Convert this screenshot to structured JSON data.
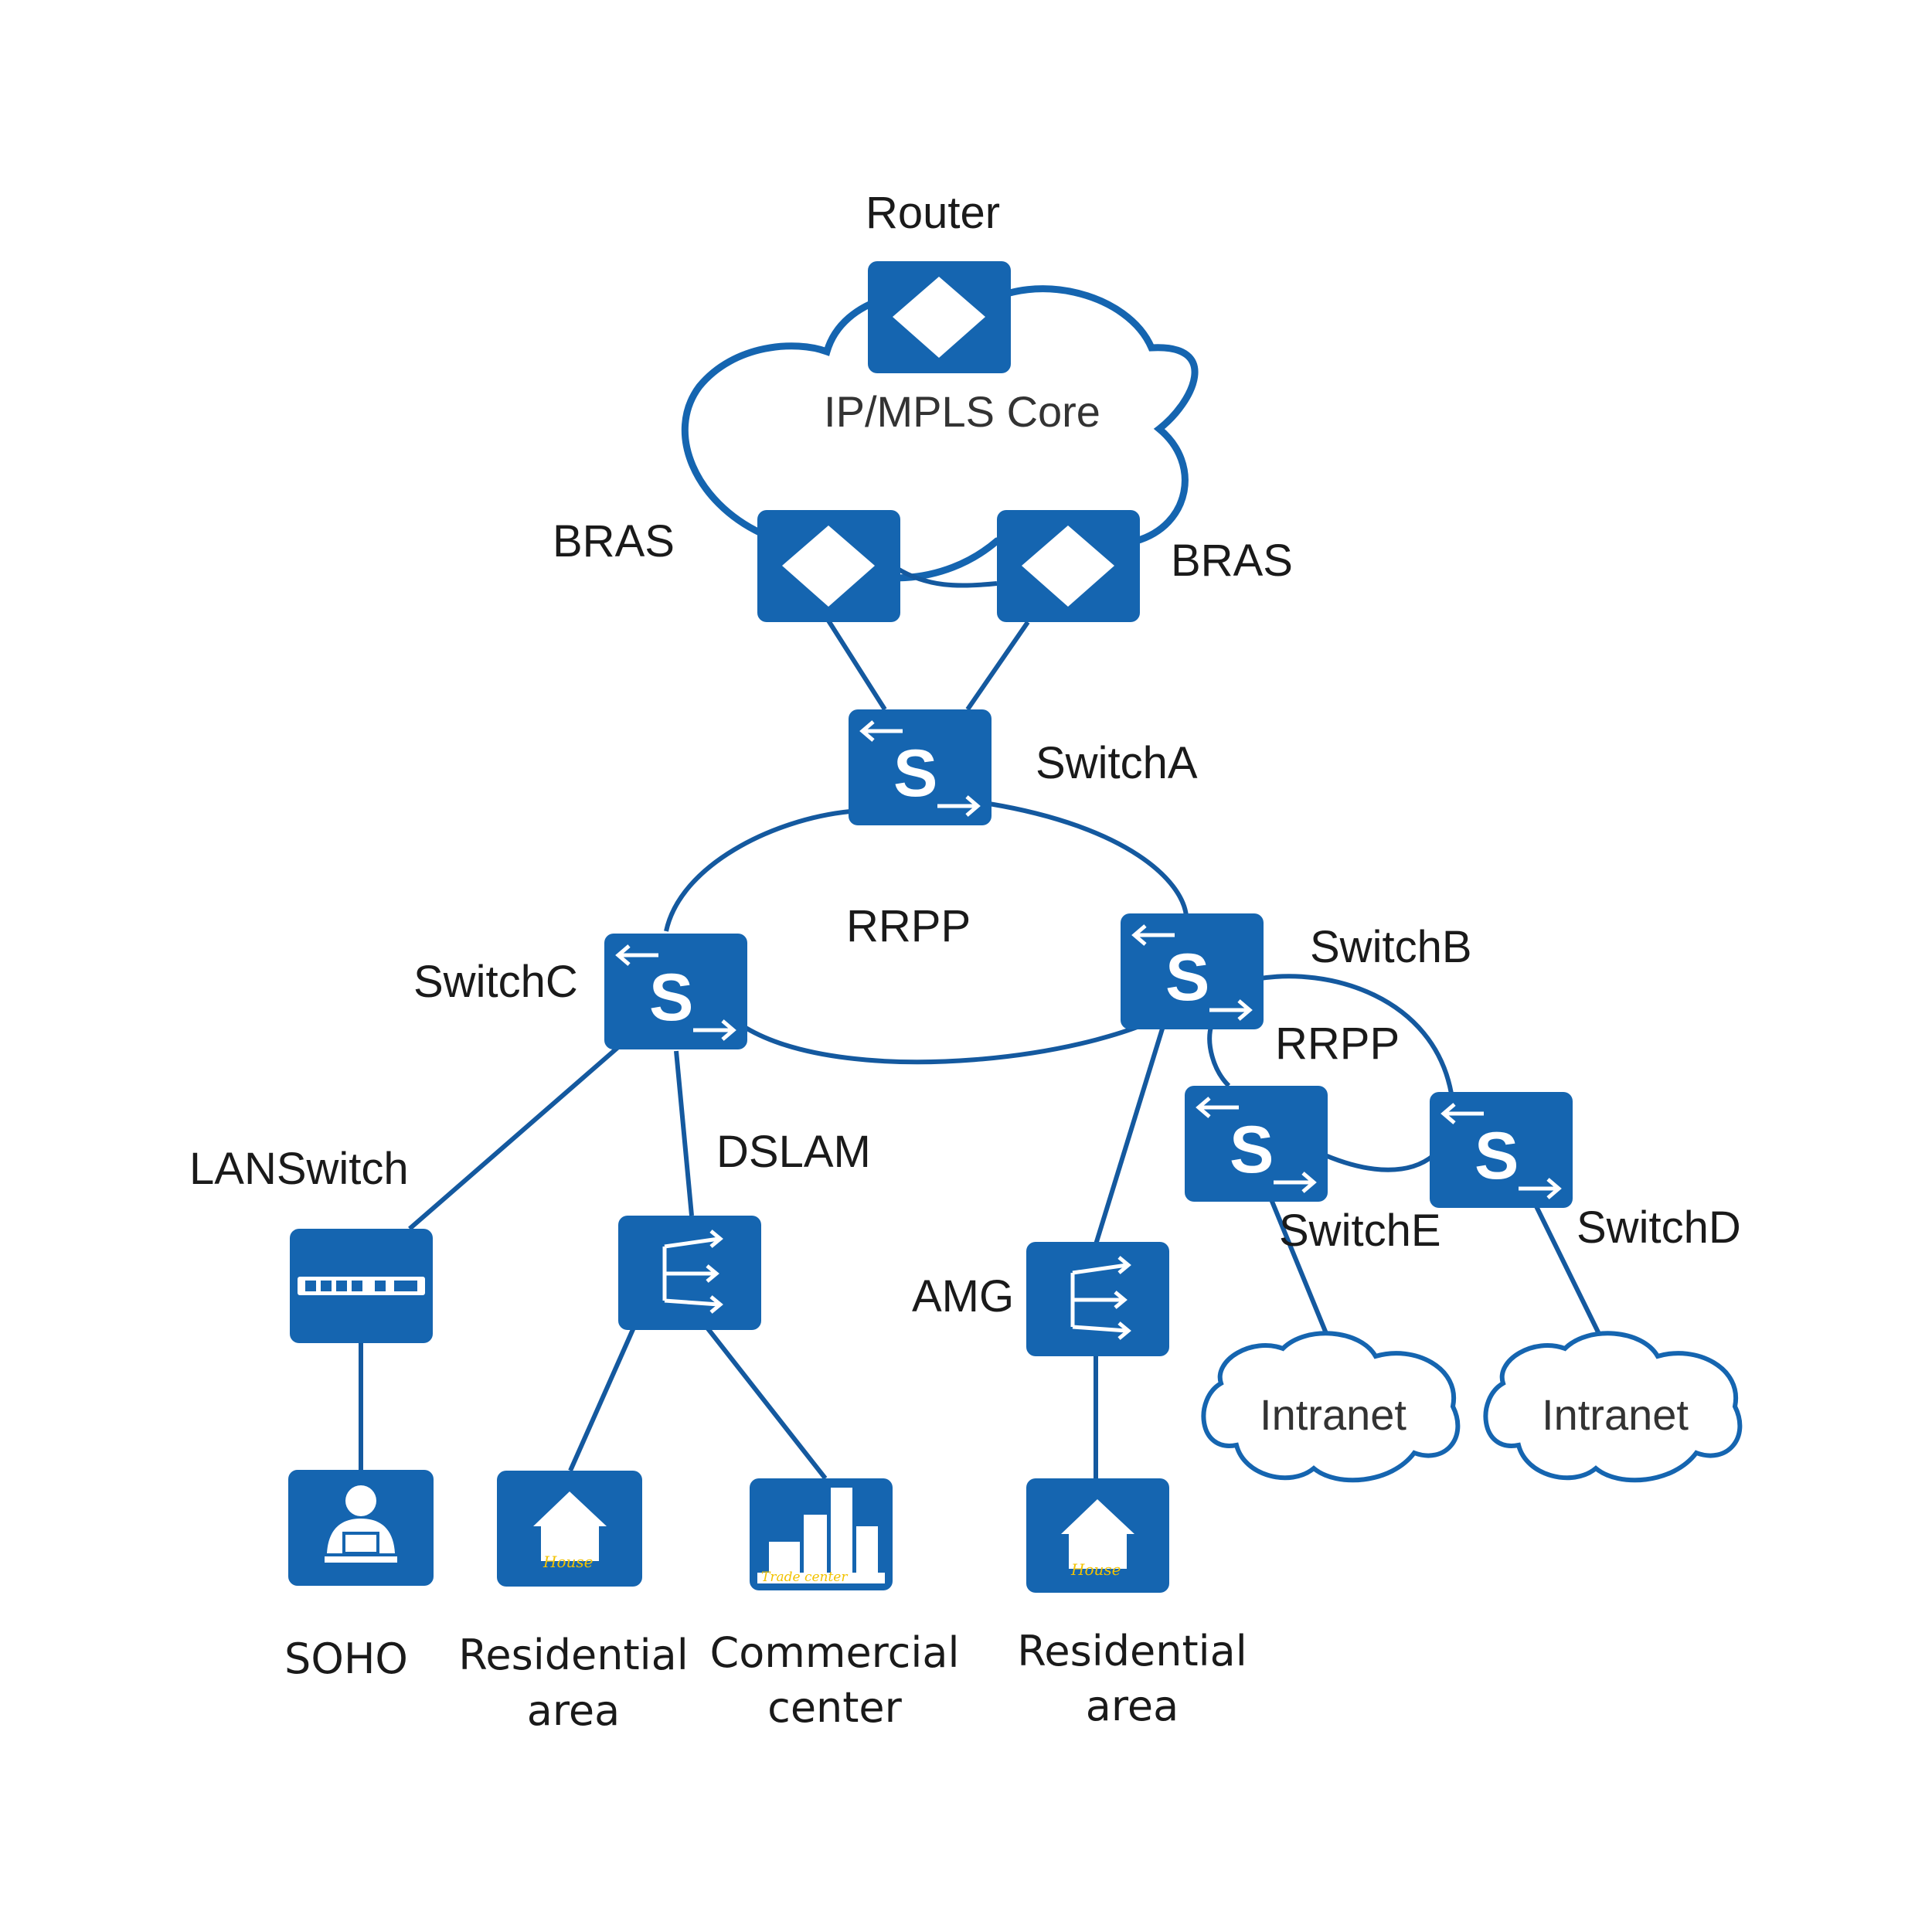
{
  "core": {
    "label": "IP/MPLS Core"
  },
  "devices": {
    "router": "Router",
    "bras_left": "BRAS",
    "bras_right": "BRAS",
    "switch_a": "SwitchA",
    "switch_b": "SwitchB",
    "switch_c": "SwitchC",
    "switch_d": "SwitchD",
    "switch_e": "SwitchE",
    "lanswitch": "LANSwitch",
    "dslam": "DSLAM",
    "amg": "AMG"
  },
  "rings": {
    "main": "RRPP",
    "sub": "RRPP"
  },
  "clouds": {
    "intranet_left": "Intranet",
    "intranet_right": "Intranet"
  },
  "endpoints": {
    "soho": "SOHO",
    "residential_1": [
      "Residential",
      "area"
    ],
    "commercial": [
      "Commercial",
      "center"
    ],
    "residential_2": [
      "Residential",
      "area"
    ]
  },
  "icon_text": {
    "house": "House",
    "trade": "Trade center"
  },
  "colors": {
    "device": "#1565b0",
    "line": "#14599f"
  }
}
